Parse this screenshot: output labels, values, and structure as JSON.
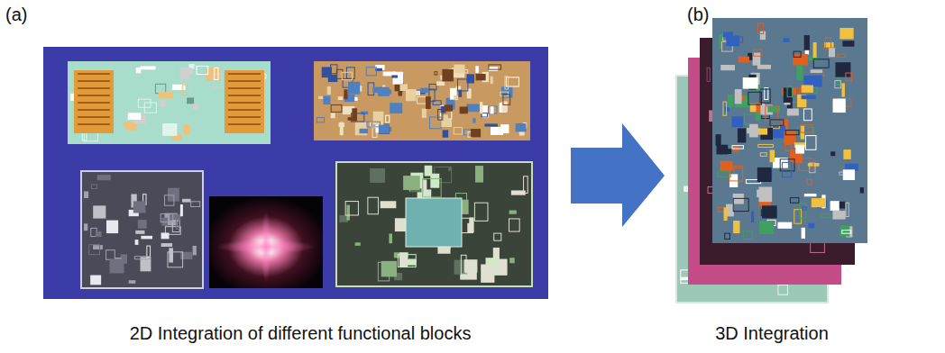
{
  "diagram": {
    "labels": [
      "(a)",
      "(b)",
      "2D Integration of different functional blocks",
      "3D Integration"
    ]
  }
}
